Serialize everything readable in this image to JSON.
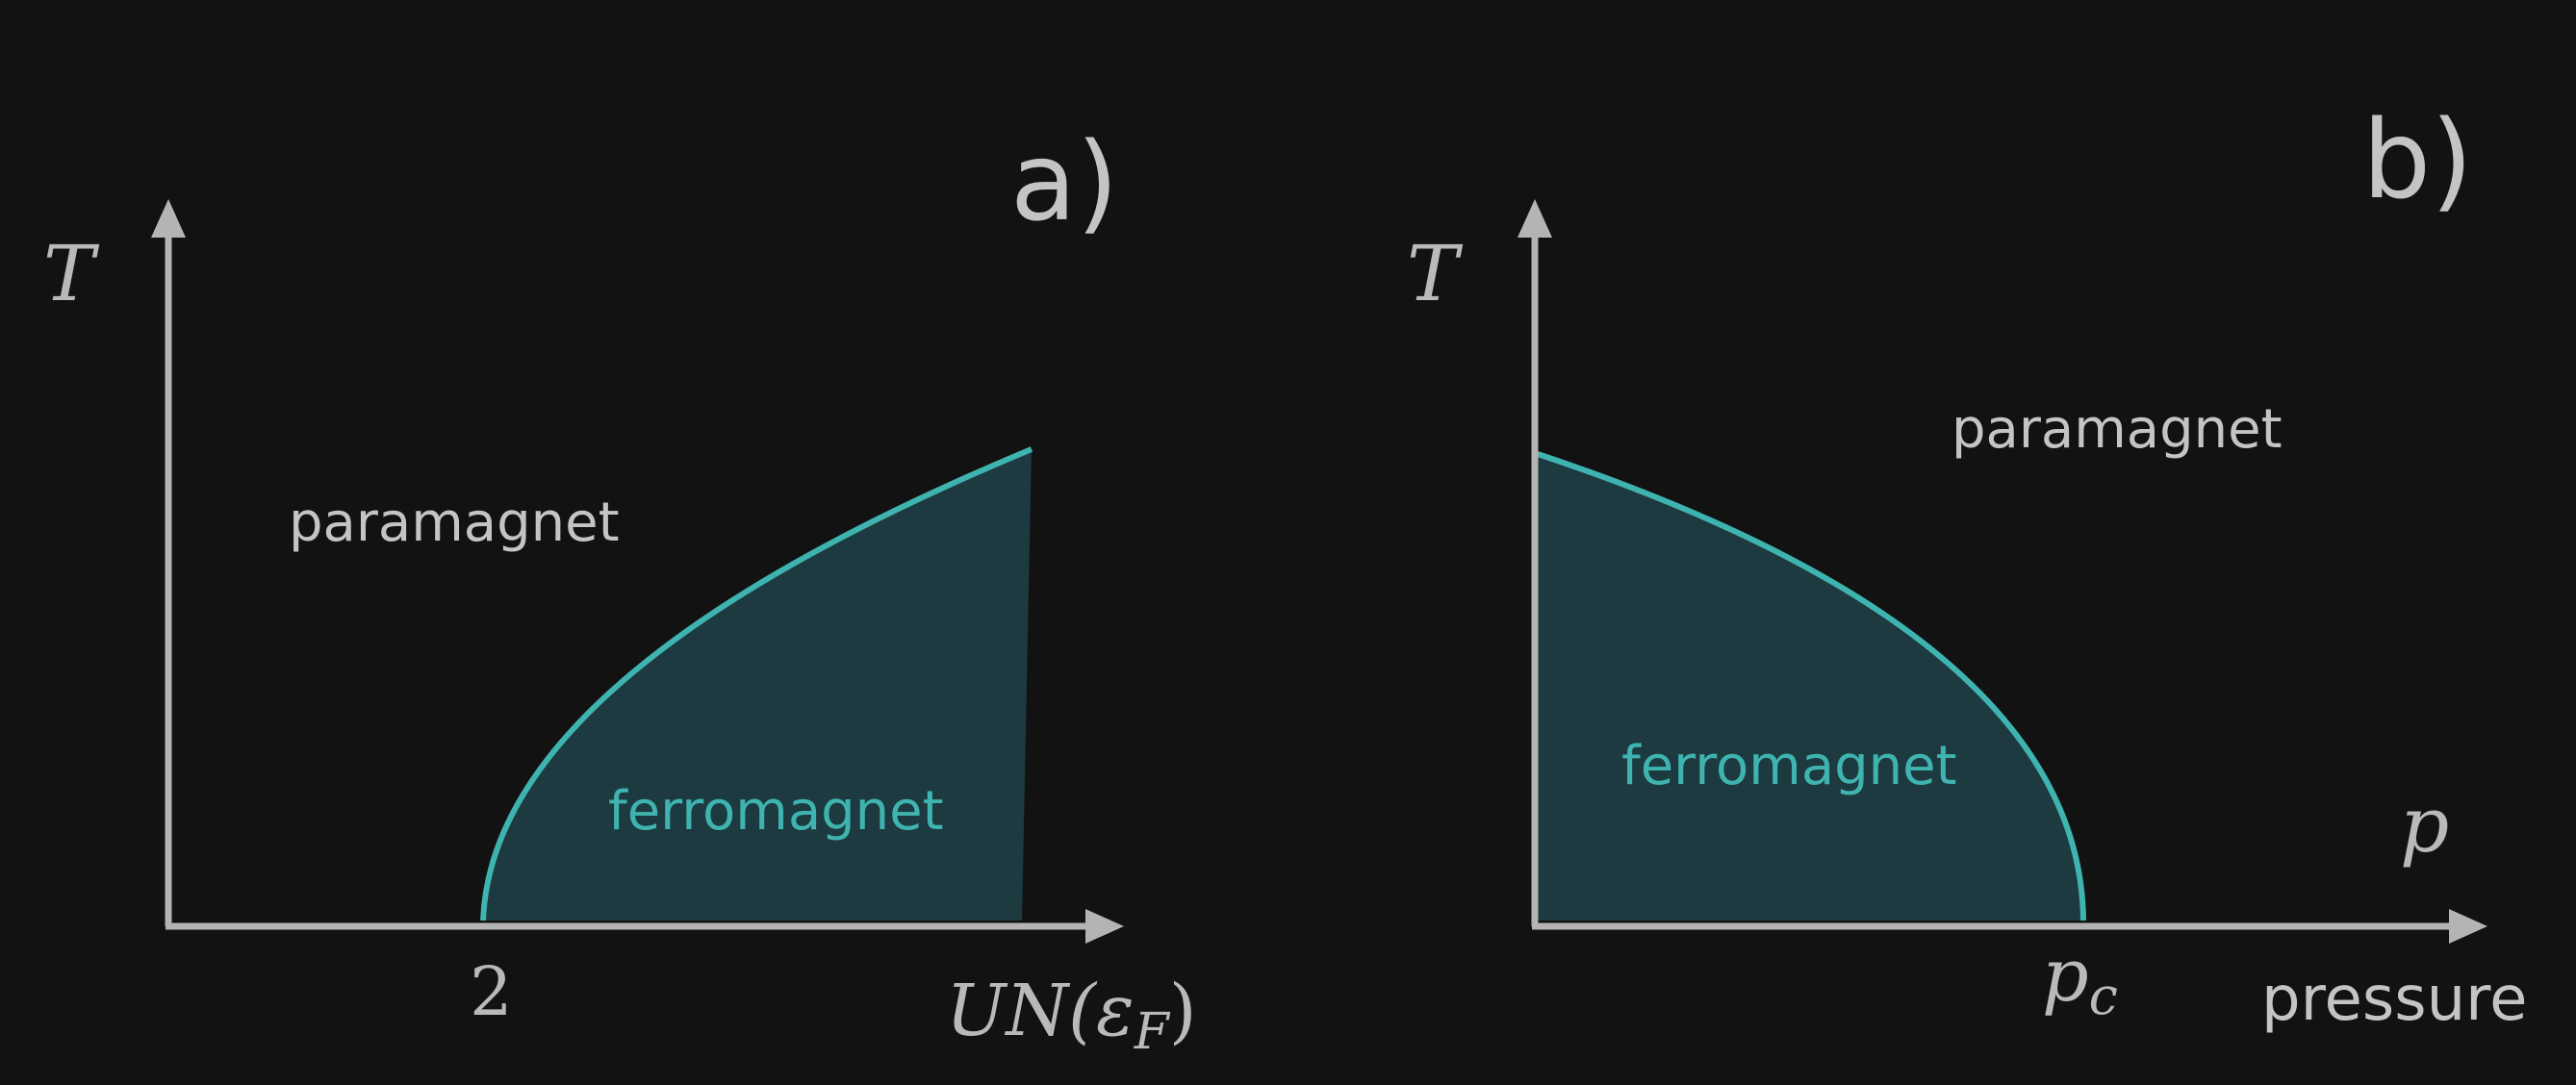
{
  "panels": {
    "a": {
      "label": "a)",
      "y_axis_label": "T",
      "x_axis_label": "UN(εF)",
      "x_axis_label_main": "UN(ε",
      "x_axis_label_sub": "F",
      "x_axis_label_close": ")",
      "x_tick": "2",
      "region_para": "paramagnet",
      "region_ferro": "ferromagnet"
    },
    "b": {
      "label": "b)",
      "y_axis_label": "T",
      "x_axis_symbol": "p",
      "x_axis_word": "pressure",
      "x_tick": "pc",
      "x_tick_main": "p",
      "x_tick_sub": "c",
      "region_para": "paramagnet",
      "region_ferro": "ferromagnet"
    }
  },
  "colors": {
    "background": "#121212",
    "axis": "#b4b4b4",
    "boundary": "#3fb3b0",
    "ferromagnet_fill": "#1c3a3f",
    "text": "#c4c4c4"
  }
}
